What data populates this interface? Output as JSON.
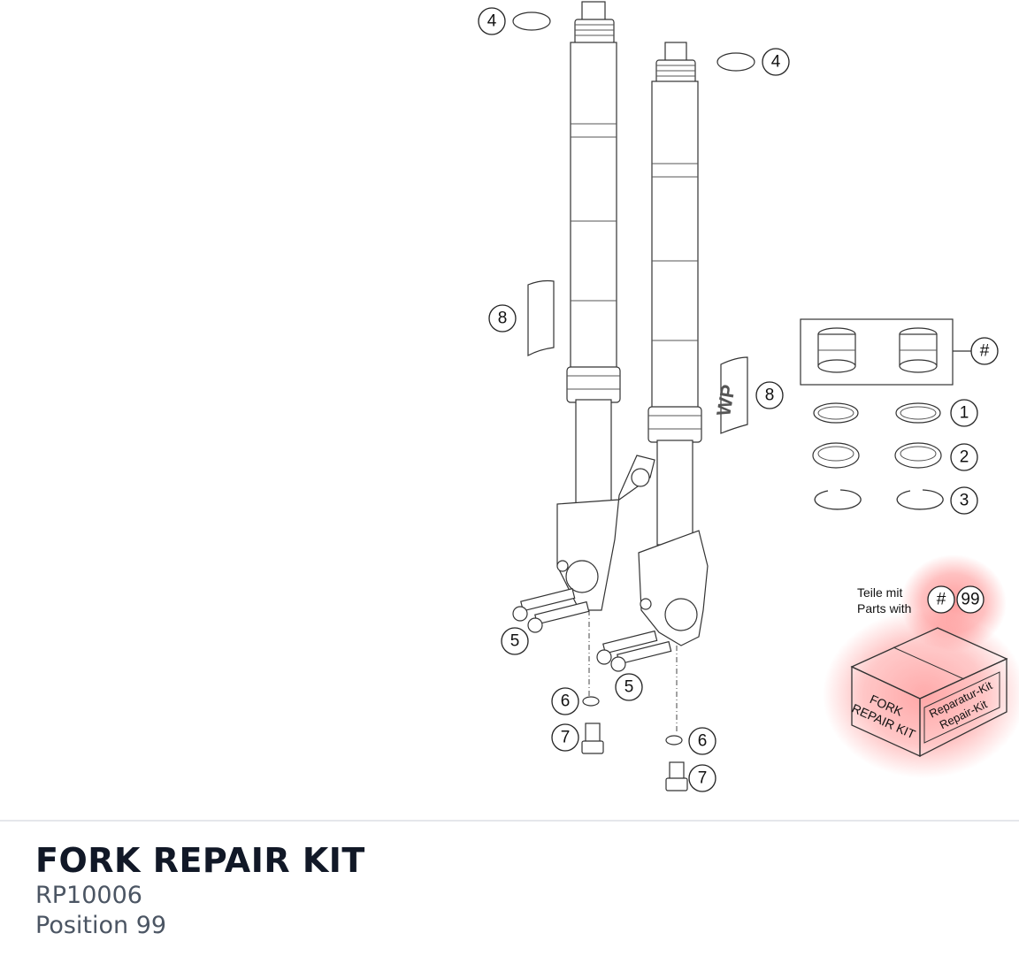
{
  "diagram": {
    "callouts": [
      {
        "label": "4"
      },
      {
        "label": "4"
      },
      {
        "label": "8"
      },
      {
        "label": "8"
      },
      {
        "label": "#"
      },
      {
        "label": "1"
      },
      {
        "label": "2"
      },
      {
        "label": "3"
      },
      {
        "label": "5"
      },
      {
        "label": "5"
      },
      {
        "label": "6"
      },
      {
        "label": "6"
      },
      {
        "label": "7"
      },
      {
        "label": "7"
      }
    ],
    "parts_with": {
      "line1": "Teile mit",
      "line2": "Parts with",
      "symbol": "#",
      "position": "99"
    },
    "kit_box": {
      "front_line1": "FORK",
      "front_line2": "REPAIR KIT",
      "side_line1": "Reparatur-Kit",
      "side_line2": "Repair-Kit"
    },
    "highlight_color": "#ff4d4d"
  },
  "product": {
    "title": "FORK REPAIR KIT",
    "part_number": "RP10006",
    "position": "Position 99"
  }
}
